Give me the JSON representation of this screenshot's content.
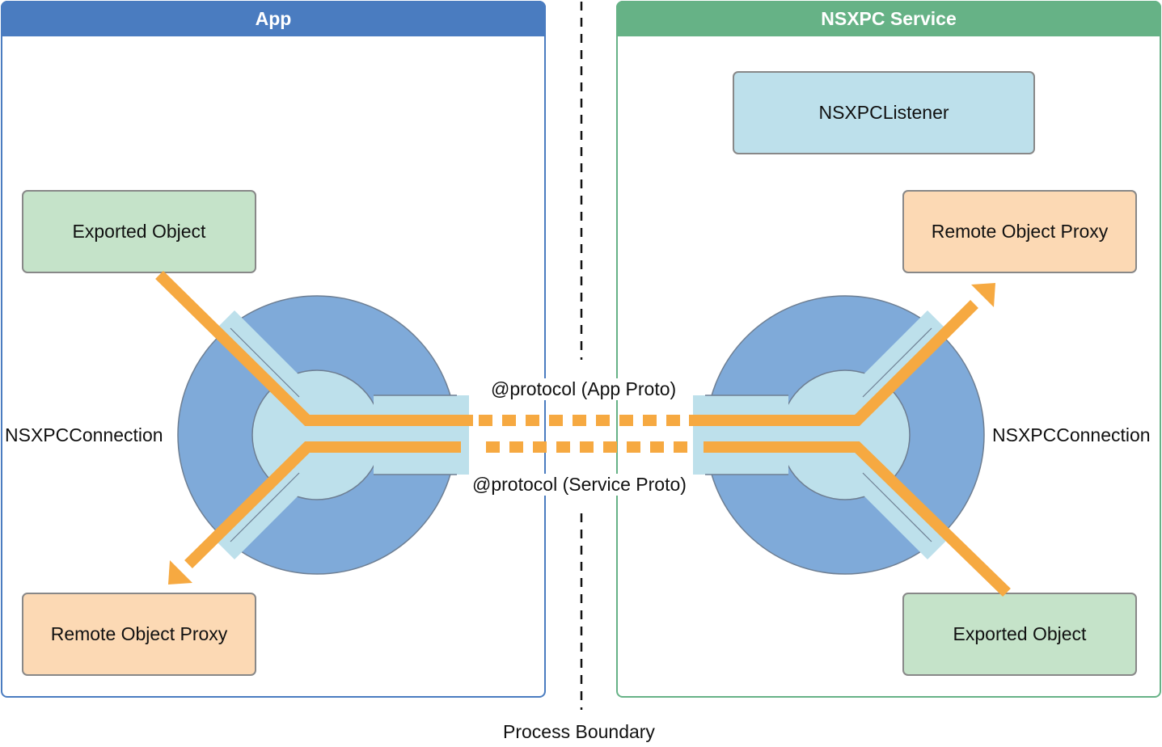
{
  "app": {
    "title": "App"
  },
  "service": {
    "title": "NSXPC Service"
  },
  "boxes": {
    "listener": "NSXPCListener",
    "app_exported": "Exported Object",
    "app_proxy": "Remote Object Proxy",
    "svc_proxy": "Remote Object Proxy",
    "svc_exported": "Exported Object"
  },
  "labels": {
    "app_connection": "NSXPCConnection",
    "svc_connection": "NSXPCConnection",
    "app_protocol": "@protocol (App Proto)",
    "service_protocol": "@protocol (Service Proto)",
    "process_boundary": "Process Boundary"
  },
  "colors": {
    "app_accent": "#4a7cc0",
    "service_accent": "#66b286",
    "connection_outer": "#7faad9",
    "connection_inner": "#bde0eb",
    "message_arrow": "#f6a941"
  }
}
